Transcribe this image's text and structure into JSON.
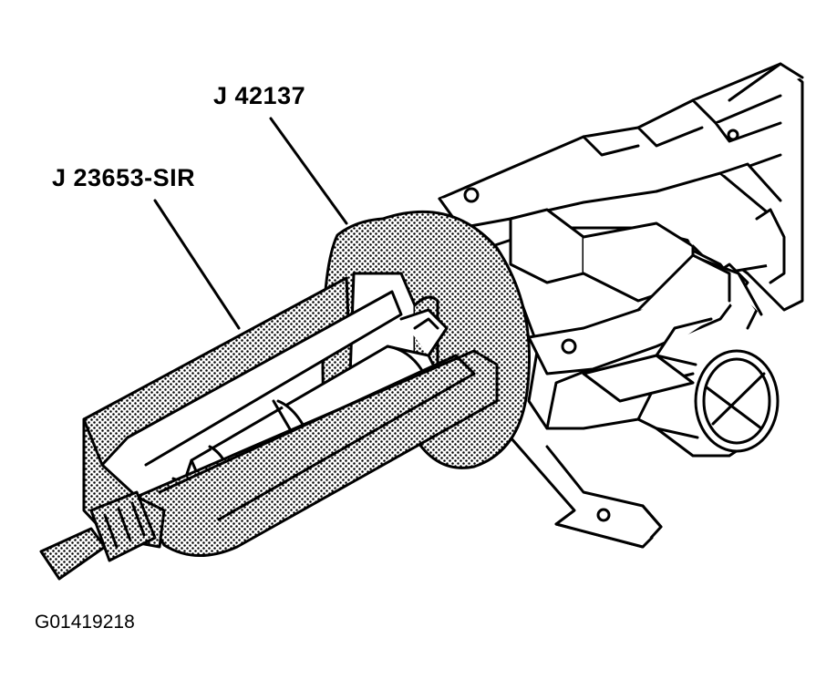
{
  "labels": {
    "tool_j42137": "J 42137",
    "tool_j23653": "J 23653-SIR"
  },
  "figure_id": "G01419218",
  "colors": {
    "ink": "#000000",
    "paper": "#ffffff",
    "stipple": "#000000"
  }
}
